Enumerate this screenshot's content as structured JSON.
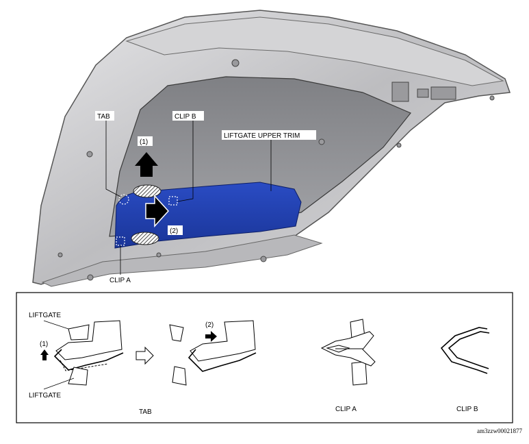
{
  "callouts": {
    "tab": "TAB",
    "clip_b": "CLIP B",
    "liftgate_upper_trim": "LIFTGATE UPPER TRIM",
    "step_1": "(1)",
    "step_2": "(2)",
    "clip_a": "CLIP A"
  },
  "detail": {
    "liftgate_top": "LIFTGATE",
    "liftgate_bottom": "LIFTGATE",
    "step_1": "(1)",
    "step_2": "(2)",
    "caption_tab": "TAB",
    "caption_clip_a": "CLIP A",
    "caption_clip_b": "CLIP B"
  },
  "document_id": "am3zzw00021877",
  "colors": {
    "trim_blue": "#1f3fae",
    "frame_gray": "#c8c8ca",
    "inner_gray": "#8e8f93"
  }
}
